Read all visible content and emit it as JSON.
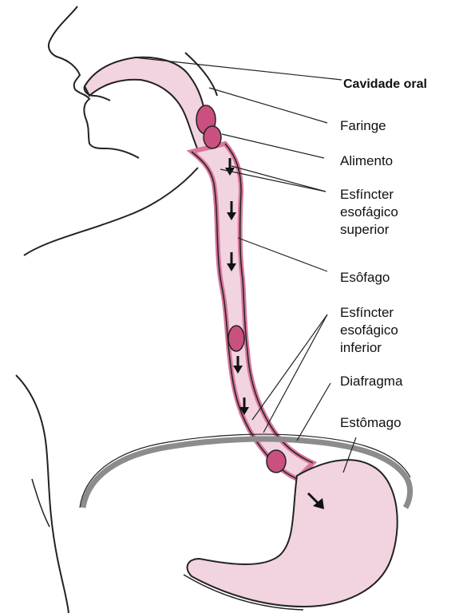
{
  "labels": {
    "oral_cavity": "Cavidade oral",
    "pharynx": "Faringe",
    "food": "Alimento",
    "upper_sphincter_1": "Esfíncter",
    "upper_sphincter_2": "esofágico",
    "upper_sphincter_3": "superior",
    "esophagus": "Esôfago",
    "lower_sphincter_1": "Esfíncter",
    "lower_sphincter_2": "esofágico",
    "lower_sphincter_3": "inferior",
    "diaphragm": "Diafragma",
    "stomach": "Estômago"
  },
  "colors": {
    "tissue_fill": "#f2d3e0",
    "wall_pink": "#d8769d",
    "bolus": "#c9507f",
    "outline": "#222222",
    "diaphragm_gray": "#8c8c8c"
  }
}
